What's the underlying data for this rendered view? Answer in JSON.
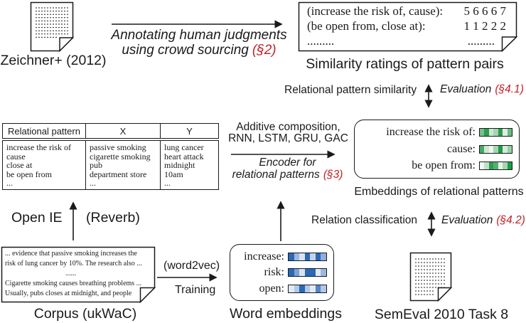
{
  "colors": {
    "ink": "#1a1a1a",
    "accent_red": "#c42127"
  },
  "zeichner": {
    "label": "Zeichner+ (2012)"
  },
  "annotating": {
    "line1": "Annotating human judgments",
    "line2": "using crowd sourcing",
    "section": "(§2)"
  },
  "ratings_box": {
    "rows": [
      {
        "pattern": "(increase the risk of, cause):",
        "scores": "5 6 6 6 7"
      },
      {
        "pattern": "(be open from, close at):",
        "scores": "1 1 2 2 2"
      },
      {
        "pattern": ".........",
        "scores": "........."
      }
    ],
    "caption": "Similarity ratings of pattern pairs"
  },
  "sim_eval": {
    "left_label": "Relational pattern similarity",
    "right_label": "Evaluation",
    "section": "(§4.1)"
  },
  "pattern_table": {
    "headers": [
      "Relational pattern",
      "X",
      "Y"
    ],
    "columns": [
      [
        "increase the risk of",
        "cause",
        "close at",
        "be open from",
        "..."
      ],
      [
        "passive smoking",
        "cigarette smoking",
        "pub",
        "department store",
        "..."
      ],
      [
        "lung cancer",
        "heart attack",
        "midnight",
        "10am",
        "..."
      ]
    ]
  },
  "encoder": {
    "methods_line1": "Additive composition,",
    "methods_line2": "RNN, LSTM, GRU, GAC",
    "caption_line1": "Encoder for",
    "caption_line2": "relational patterns",
    "section": "(§3)"
  },
  "pattern_embeddings": {
    "rows": [
      {
        "label": "increase the risk of:",
        "cells": [
          "#75c18b",
          "#2e9d50",
          "#cce8d4",
          "#a5d6b3",
          "#2e9d50",
          "#ddefe1",
          "#6bbc83"
        ]
      },
      {
        "label": "cause:",
        "cells": [
          "#46aa65",
          "#cce8d4",
          "#eef7f0",
          "#a5d6b3",
          "#1e9b47",
          "#d5ebdb",
          "#97d0a7"
        ]
      },
      {
        "label": "be open from:",
        "cells": [
          "#eef7f0",
          "#bee1c8",
          "#2e9d50",
          "#53b170",
          "#e7f3e9",
          "#a5d6b3",
          "#1e9b47"
        ]
      }
    ],
    "caption": "Embeddings of relational patterns"
  },
  "class_eval": {
    "left_label": "Relation classification",
    "right_label": "Evaluation",
    "section": "(§4.2)"
  },
  "open_ie": {
    "label": "Open IE",
    "tool": "(Reverb)"
  },
  "corpus": {
    "lines": [
      "... evidence that passive smoking increases the",
      "risk of lung cancer by 10%. The research also ...",
      "......",
      "Cigarette smoking causes breathing problems ...",
      "Usually, pubs closes at midnight, and people"
    ],
    "caption": "Corpus (ukWaC)"
  },
  "word2vec": {
    "tool": "(word2vec)",
    "label": "Training"
  },
  "word_embeddings": {
    "rows": [
      {
        "label": "increase:",
        "cells": [
          "#2a69b5",
          "#9cb8e1",
          "#d8e3f3",
          "#2a69b5",
          "#c3d3ed",
          "#2a69b5",
          "#8eafdc"
        ]
      },
      {
        "label": "risk:",
        "cells": [
          "#2a69b5",
          "#7ca3d7",
          "#d8e3f3",
          "#2a69b5",
          "#2a69b5",
          "#e1e9f6",
          "#9cb8e1"
        ]
      },
      {
        "label": "open:",
        "cells": [
          "#e1e9f6",
          "#b2c8e9",
          "#2a69b5",
          "#b2c8e9",
          "#e1e9f6",
          "#5584c7",
          "#b2c8e9"
        ]
      }
    ],
    "caption": "Word embeddings"
  },
  "semeval": {
    "caption": "SemEval 2010 Task 8"
  }
}
